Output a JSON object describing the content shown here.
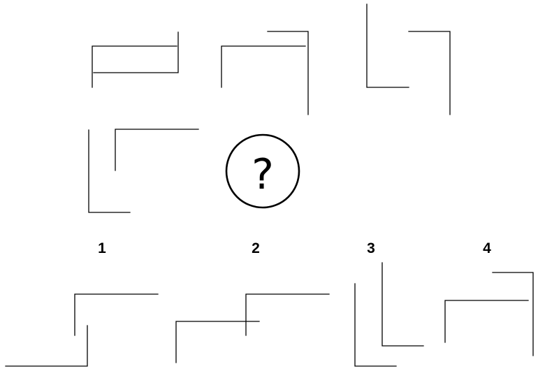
{
  "puzzle": {
    "question_mark": "?",
    "options": [
      {
        "label": "1"
      },
      {
        "label": "2"
      },
      {
        "label": "3"
      },
      {
        "label": "4"
      }
    ]
  },
  "colors": {
    "line": "#000000",
    "background": "#ffffff"
  }
}
